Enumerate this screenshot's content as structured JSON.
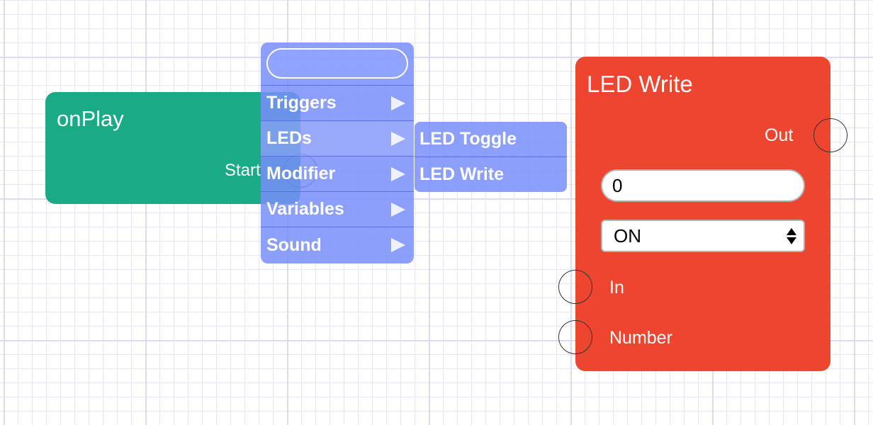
{
  "nodes": {
    "onplay": {
      "title": "onPlay",
      "port_label": "Start"
    },
    "led_write": {
      "title": "LED Write",
      "out_label": "Out",
      "number_value": "0",
      "state_value": "ON",
      "in_label": "In",
      "number_label": "Number",
      "color": "#ee4530"
    }
  },
  "context_menu": {
    "search_value": "",
    "items": [
      {
        "label": "Triggers"
      },
      {
        "label": "LEDs"
      },
      {
        "label": "Modifier"
      },
      {
        "label": "Variables"
      },
      {
        "label": "Sound"
      }
    ],
    "submenu": {
      "items": [
        {
          "label": "LED Toggle"
        },
        {
          "label": "LED Write"
        }
      ]
    }
  },
  "colors": {
    "onplay_node": "#1aab86",
    "menu": "#778efa",
    "grid": "#dcdcec"
  }
}
